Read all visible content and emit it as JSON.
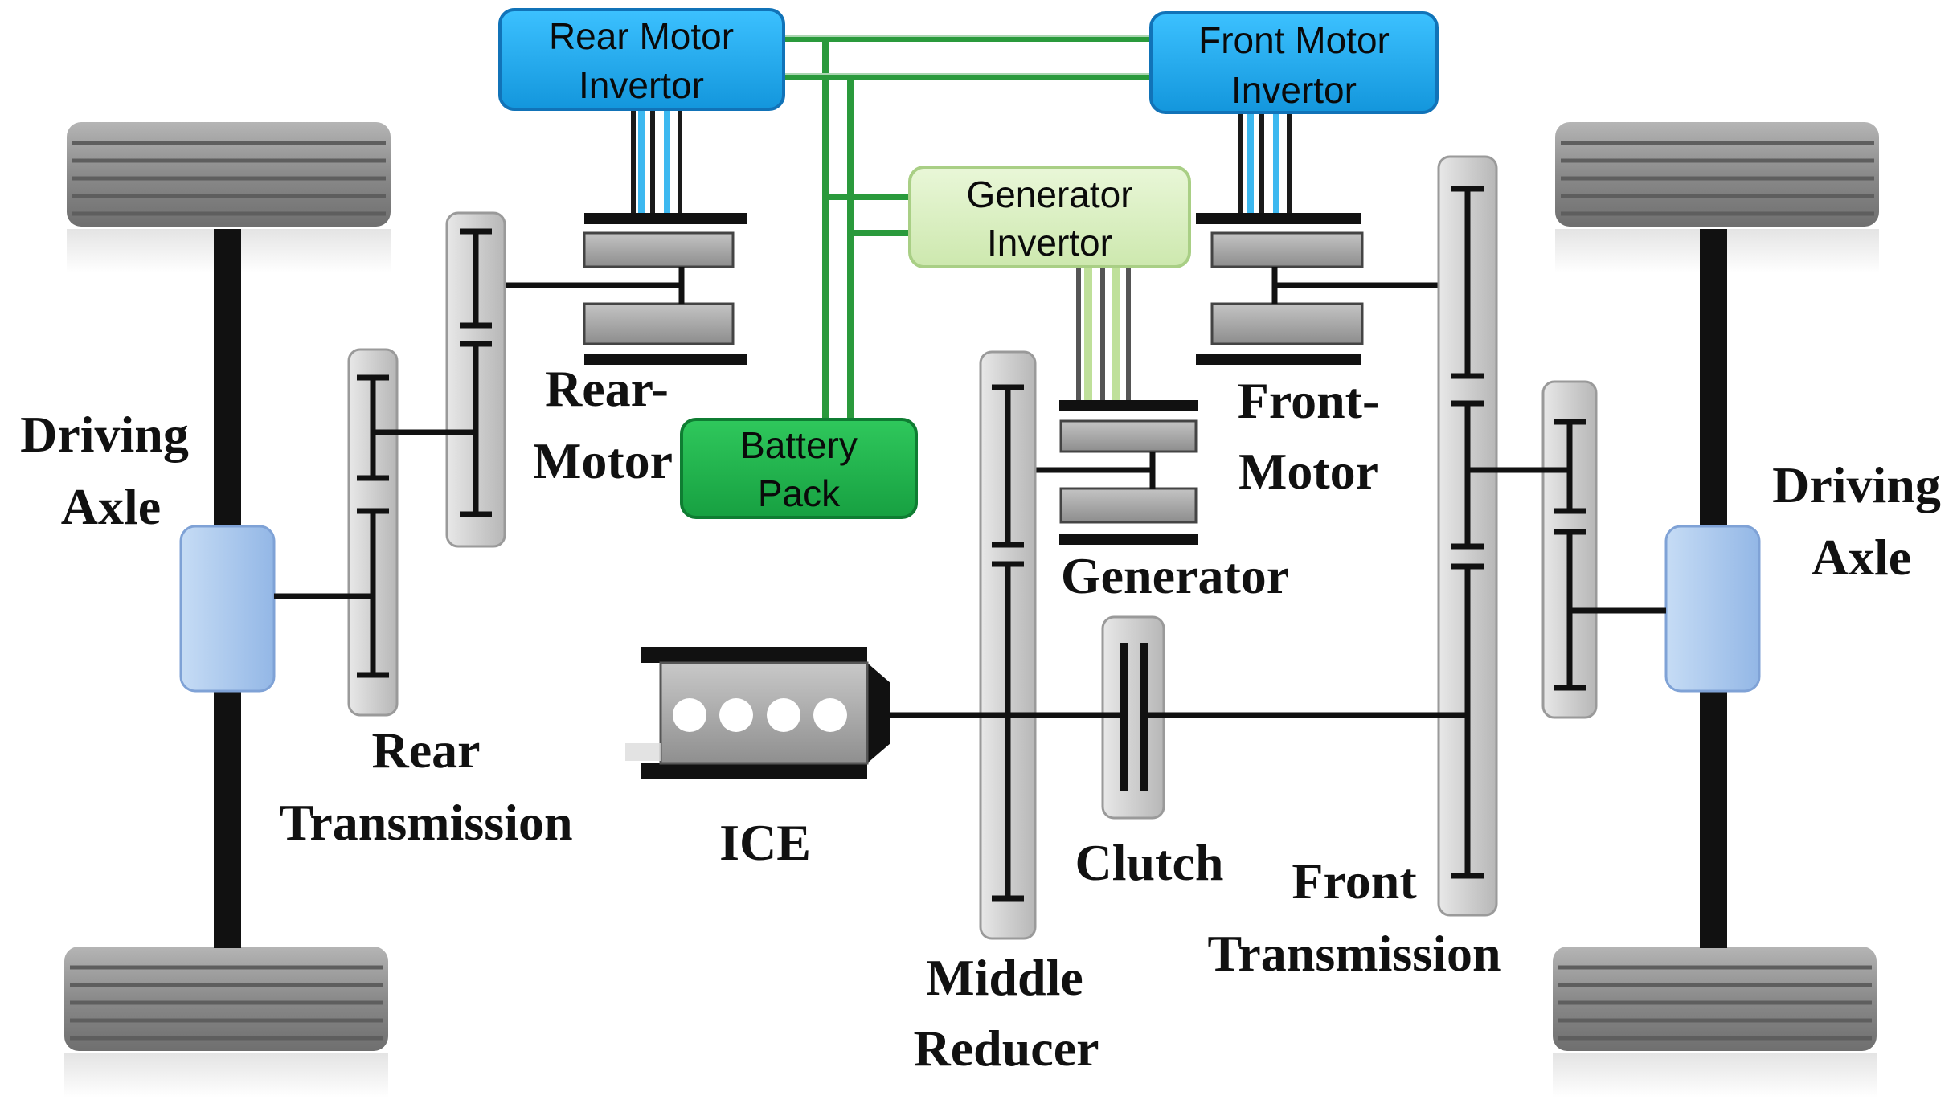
{
  "labels": {
    "rear_motor_invertor": [
      "Rear Motor",
      "Invertor"
    ],
    "front_motor_invertor": [
      "Front Motor",
      "Invertor"
    ],
    "generator_invertor": [
      "Generator",
      "Invertor"
    ],
    "battery_pack": [
      "Battery",
      "Pack"
    ],
    "driving_axle_left": [
      "Driving",
      "Axle"
    ],
    "driving_axle_right": [
      "Driving",
      "Axle"
    ],
    "rear_motor": [
      "Rear-",
      "Motor"
    ],
    "front_motor": [
      "Front-",
      "Motor"
    ],
    "generator": "Generator",
    "rear_transmission": [
      "Rear",
      "Transmission"
    ],
    "ice": "ICE",
    "clutch": "Clutch",
    "middle_reducer": [
      "Middle",
      "Reducer"
    ],
    "front_transmission": [
      "Front",
      "Transmission"
    ]
  },
  "colors": {
    "invertor_blue": "#1ea7ee",
    "generator_invertor": "#dcf0c4",
    "battery_green": "#1fb24a",
    "hv_line_green": "#2a9a3c",
    "axle_housing": "#a9c8ee",
    "gear_shaft_gray": "#d0d0d0",
    "tire_gray": "#8c8c8c",
    "engine_gray": "#a8a8a8"
  }
}
